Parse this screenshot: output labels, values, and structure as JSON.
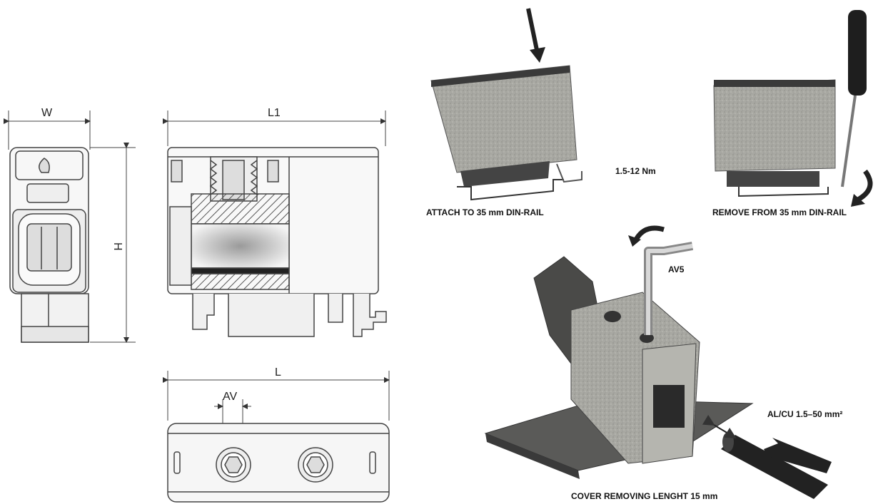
{
  "dimensions": {
    "width_label": "W",
    "height_label": "H",
    "length1_label": "L1",
    "length_label": "L",
    "hex_label": "AV"
  },
  "instructions": {
    "attach": "ATTACH TO 35 mm DIN-RAIL",
    "remove": "REMOVE FROM 35 mm DIN-RAIL",
    "torque": "1.5-12 Nm",
    "tool": "AV5",
    "conductor": "AL/CU 1.5–50 mm²",
    "strip": "COVER REMOVING LENGHT 15 mm"
  },
  "colors": {
    "line": "#333333",
    "grey_body": "#a9a9a4",
    "dark": "#2a2a2a"
  }
}
